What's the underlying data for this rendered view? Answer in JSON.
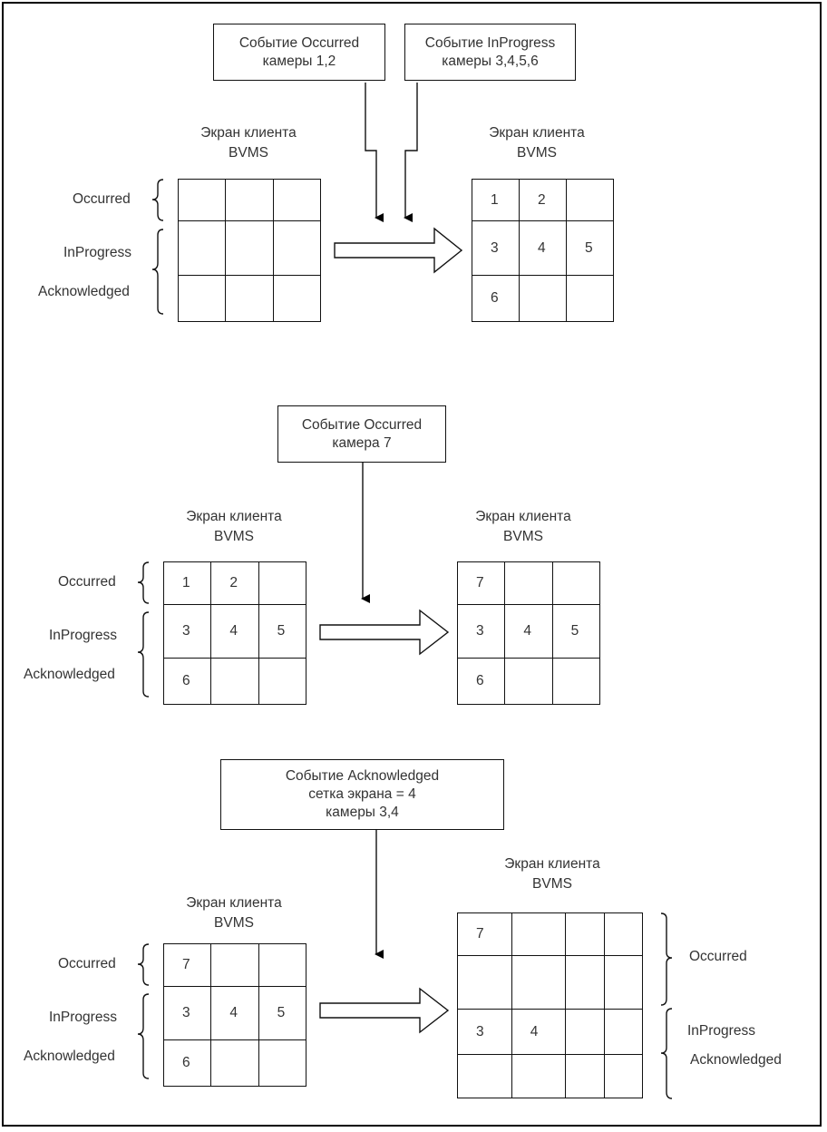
{
  "sections": [
    {
      "events": [
        {
          "lines": [
            "Событие Occurred",
            "камеры 1,2"
          ]
        },
        {
          "lines": [
            "Событие InProgress",
            "камеры 3,4,5,6"
          ]
        }
      ],
      "before": {
        "title": [
          "Экран клиента",
          "BVMS"
        ],
        "cells": [
          [
            "",
            "",
            ""
          ],
          [
            "",
            "",
            ""
          ],
          [
            "",
            "",
            ""
          ]
        ],
        "labels": [
          "Occurred",
          "InProgress",
          "Acknowledged"
        ]
      },
      "after": {
        "title": [
          "Экран клиента",
          "BVMS"
        ],
        "cells": [
          [
            "1",
            "2",
            ""
          ],
          [
            "3",
            "4",
            "5"
          ],
          [
            "6",
            "",
            ""
          ]
        ]
      }
    },
    {
      "events": [
        {
          "lines": [
            "Событие Occurred",
            "камера 7"
          ]
        }
      ],
      "before": {
        "title": [
          "Экран клиента",
          "BVMS"
        ],
        "cells": [
          [
            "1",
            "2",
            ""
          ],
          [
            "3",
            "4",
            "5"
          ],
          [
            "6",
            "",
            ""
          ]
        ],
        "labels": [
          "Occurred",
          "InProgress",
          "Acknowledged"
        ]
      },
      "after": {
        "title": [
          "Экран клиента",
          "BVMS"
        ],
        "cells": [
          [
            "7",
            "",
            ""
          ],
          [
            "3",
            "4",
            "5"
          ],
          [
            "6",
            "",
            ""
          ]
        ]
      }
    },
    {
      "events": [
        {
          "lines": [
            "Событие Acknowledged",
            "сетка экрана = 4",
            "камеры 3,4"
          ]
        }
      ],
      "before": {
        "title": [
          "Экран клиента",
          "BVMS"
        ],
        "cells": [
          [
            "7",
            "",
            ""
          ],
          [
            "3",
            "4",
            "5"
          ],
          [
            "6",
            "",
            ""
          ]
        ],
        "labels": [
          "Occurred",
          "InProgress",
          "Acknowledged"
        ]
      },
      "after": {
        "title": [
          "Экран клиента",
          "BVMS"
        ],
        "cells": [
          [
            "7",
            "",
            "",
            ""
          ],
          [
            "",
            "",
            "",
            ""
          ],
          [
            "3",
            "4",
            "",
            ""
          ],
          [
            "",
            "",
            "",
            ""
          ]
        ],
        "labels": [
          "Occurred",
          "InProgress",
          "Acknowledged"
        ]
      }
    }
  ]
}
